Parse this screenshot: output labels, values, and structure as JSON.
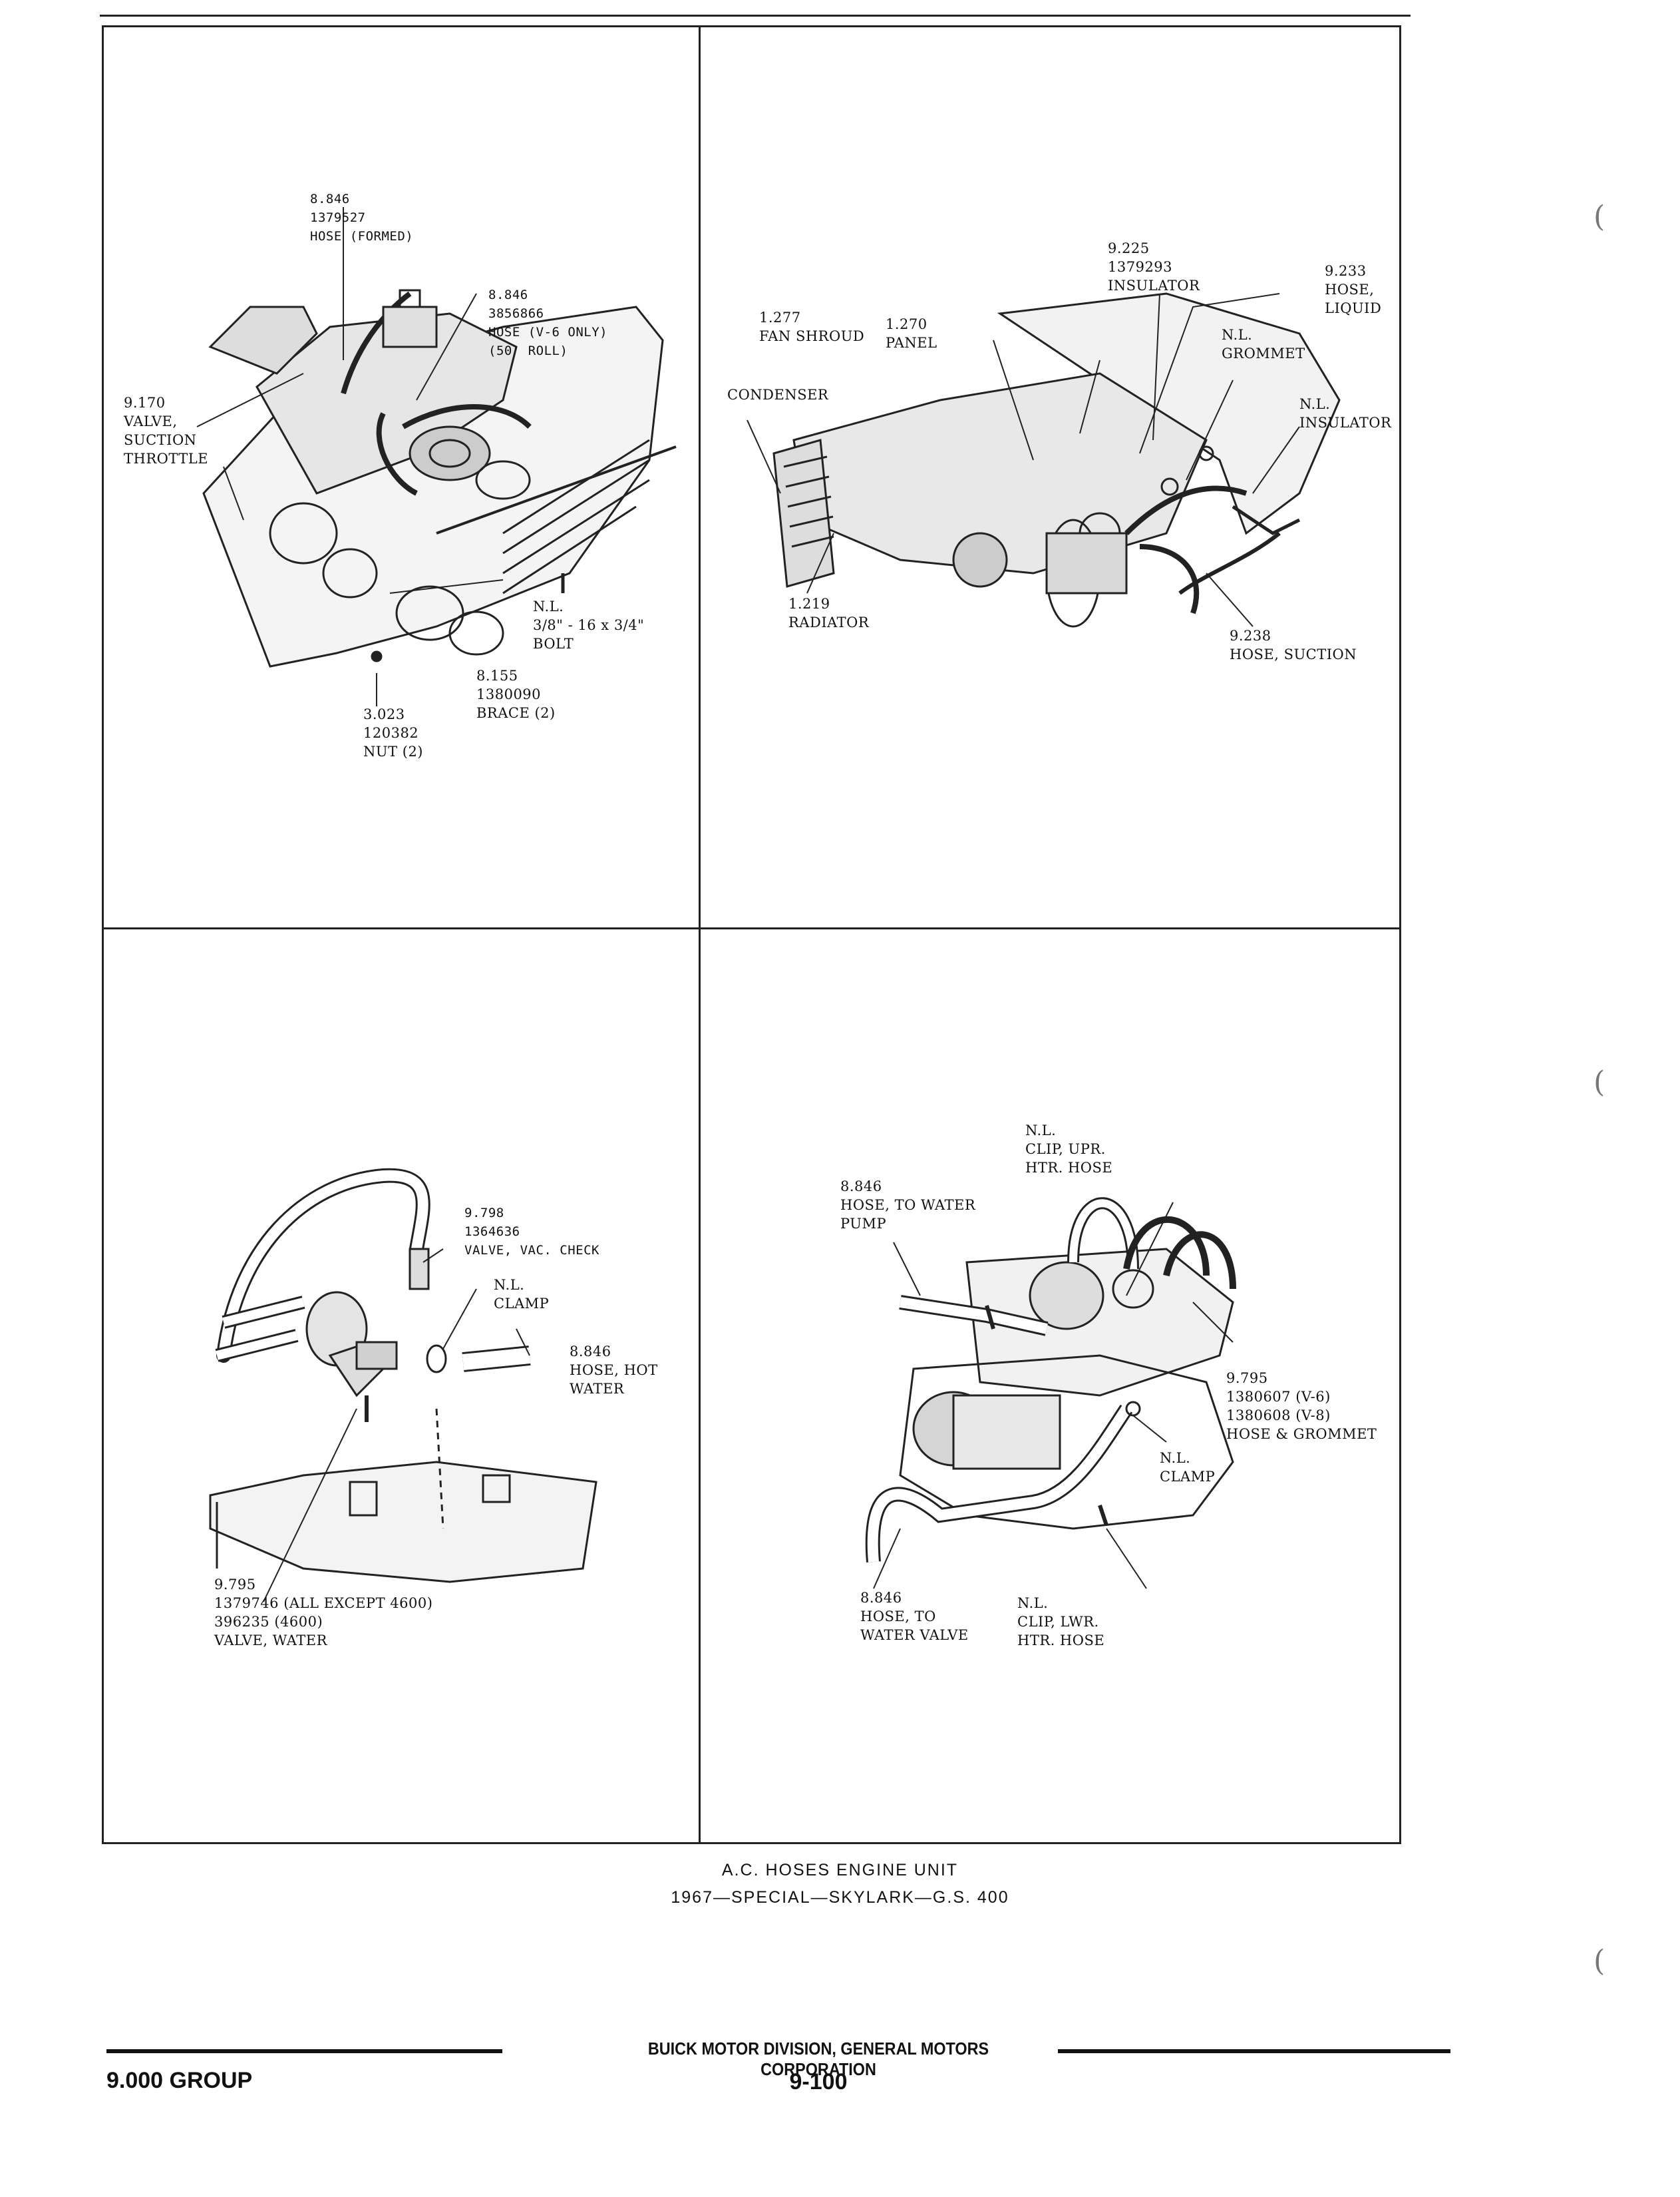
{
  "panels": {
    "top_left": {
      "labels": [
        {
          "text": "8.846\n1379527\nHOSE (FORMED)"
        },
        {
          "text": "8.846\n3856866\nHOSE (V-6 ONLY)\n(50' ROLL)"
        },
        {
          "text": "9.170\nVALVE,\nSUCTION\nTHROTTLE"
        },
        {
          "text": "N.L.\n3/8\" - 16 x 3/4\"\nBOLT"
        },
        {
          "text": "8.155\n1380090\nBRACE (2)"
        },
        {
          "text": "3.023\n120382\nNUT (2)"
        }
      ]
    },
    "top_right": {
      "labels": [
        {
          "text": "9.225\n1379293\nINSULATOR"
        },
        {
          "text": "9.233\nHOSE,\nLIQUID"
        },
        {
          "text": "1.277\nFAN SHROUD"
        },
        {
          "text": "1.270\nPANEL"
        },
        {
          "text": "N.L.\nGROMMET"
        },
        {
          "text": "CONDENSER"
        },
        {
          "text": "N.L.\nINSULATOR"
        },
        {
          "text": "1.219\nRADIATOR"
        },
        {
          "text": "9.238\nHOSE, SUCTION"
        }
      ]
    },
    "bottom_left": {
      "labels": [
        {
          "text": "9.798\n1364636\nVALVE, VAC. CHECK"
        },
        {
          "text": "N.L.\nCLAMP"
        },
        {
          "text": "8.846\nHOSE, HOT\nWATER"
        },
        {
          "text": "9.795\n1379746 (ALL EXCEPT 4600)\n396235 (4600)\nVALVE, WATER"
        }
      ]
    },
    "bottom_right": {
      "labels": [
        {
          "text": "N.L.\nCLIP, UPR.\nHTR. HOSE"
        },
        {
          "text": "8.846\nHOSE, TO WATER\nPUMP"
        },
        {
          "text": "9.795\n1380607 (V-6)\n1380608 (V-8)\nHOSE & GROMMET"
        },
        {
          "text": "N.L.\nCLAMP"
        },
        {
          "text": "8.846\nHOSE, TO\nWATER VALVE"
        },
        {
          "text": "N.L.\nCLIP, LWR.\nHTR. HOSE"
        }
      ]
    }
  },
  "caption": {
    "line1": "A.C. HOSES ENGINE UNIT",
    "line2": "1967—SPECIAL—SKYLARK—G.S. 400"
  },
  "footer": {
    "corporation": "BUICK MOTOR DIVISION, GENERAL MOTORS CORPORATION",
    "page": "9-100",
    "group": "9.000 GROUP"
  }
}
